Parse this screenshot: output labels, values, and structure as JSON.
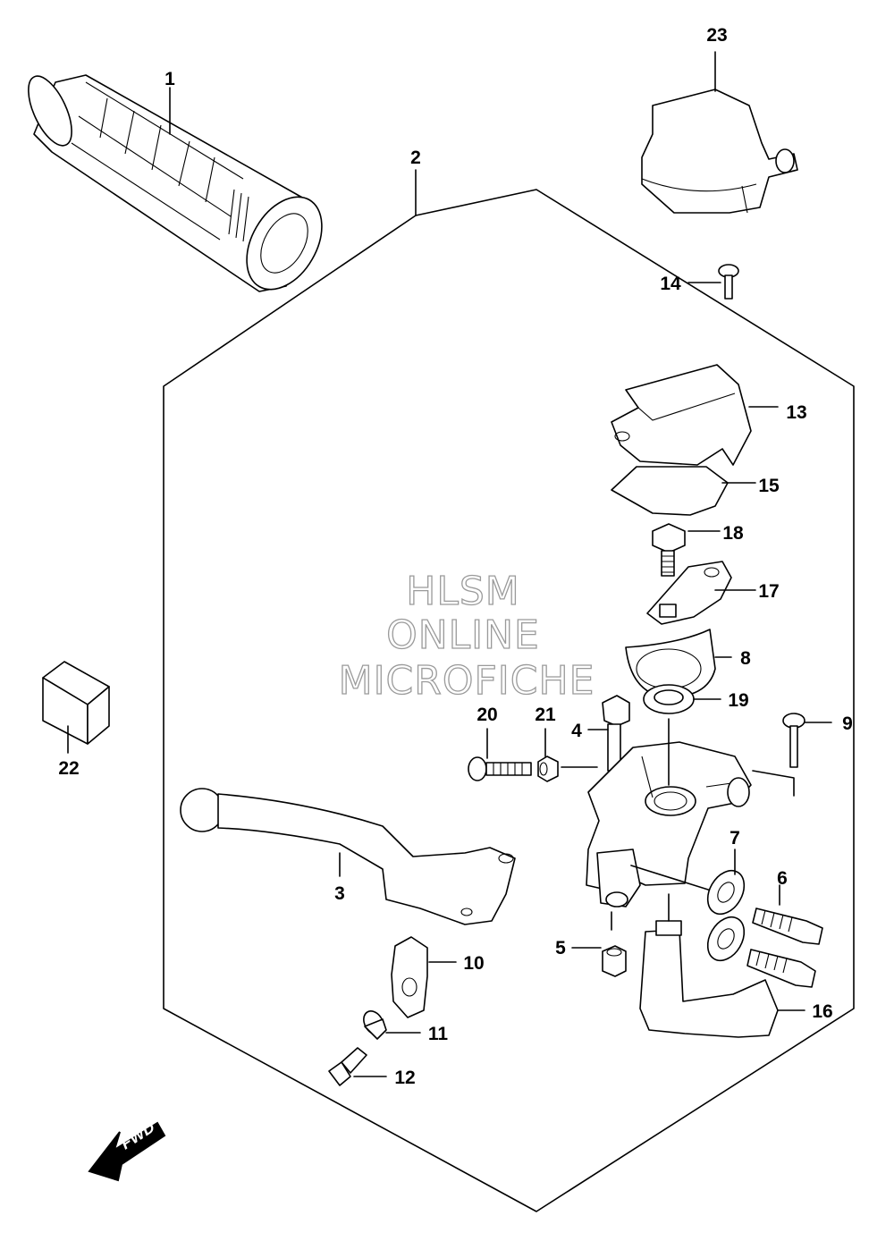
{
  "watermark": {
    "line1": "HLSM",
    "line2": "ONLINE",
    "line3": "MICROFICHE"
  },
  "fwd_arrow": {
    "label": "FWD"
  },
  "callouts": [
    {
      "id": "c1",
      "label": "1"
    },
    {
      "id": "c2",
      "label": "2"
    },
    {
      "id": "c3",
      "label": "3"
    },
    {
      "id": "c4",
      "label": "4"
    },
    {
      "id": "c5",
      "label": "5"
    },
    {
      "id": "c6",
      "label": "6"
    },
    {
      "id": "c7",
      "label": "7"
    },
    {
      "id": "c8",
      "label": "8"
    },
    {
      "id": "c9",
      "label": "9"
    },
    {
      "id": "c10",
      "label": "10"
    },
    {
      "id": "c11",
      "label": "11"
    },
    {
      "id": "c12",
      "label": "12"
    },
    {
      "id": "c13",
      "label": "13"
    },
    {
      "id": "c14",
      "label": "14"
    },
    {
      "id": "c15",
      "label": "15"
    },
    {
      "id": "c16",
      "label": "16"
    },
    {
      "id": "c17",
      "label": "17"
    },
    {
      "id": "c18",
      "label": "18"
    },
    {
      "id": "c19",
      "label": "19"
    },
    {
      "id": "c20",
      "label": "20"
    },
    {
      "id": "c21",
      "label": "21"
    },
    {
      "id": "c22",
      "label": "22"
    },
    {
      "id": "c23",
      "label": "23"
    }
  ]
}
